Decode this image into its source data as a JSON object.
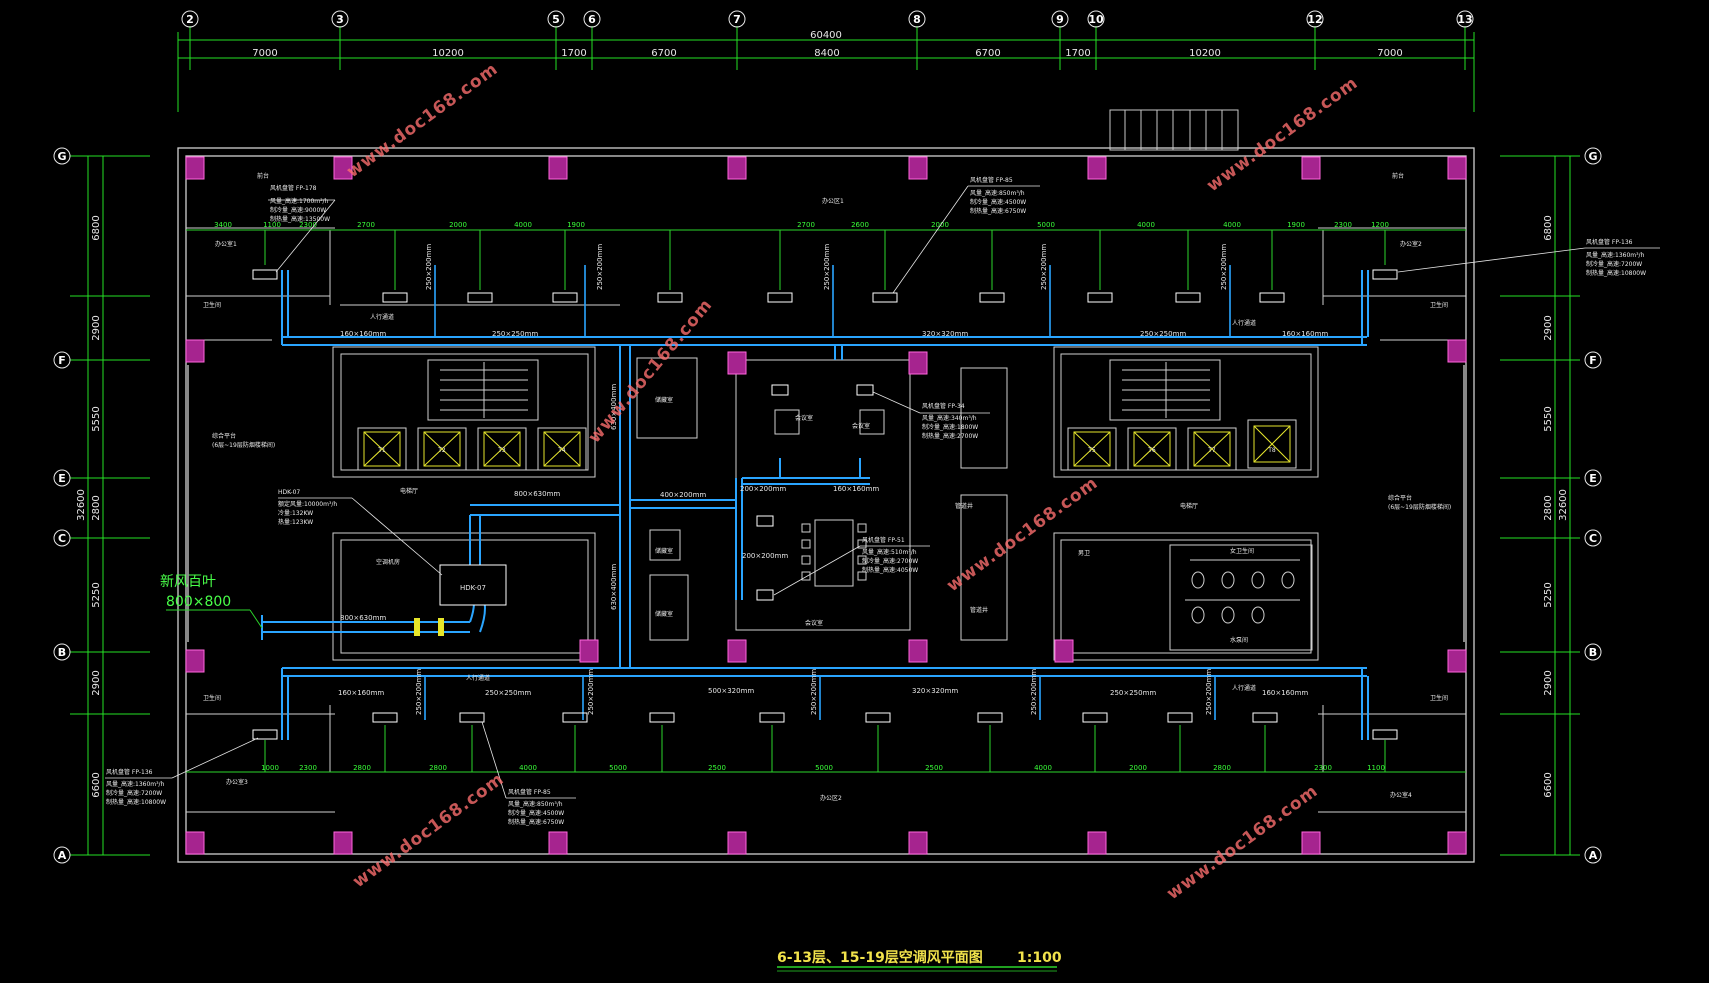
{
  "drawing": {
    "title": "6-13层、15-19层空调风平面图",
    "scale": "1:100",
    "overall_width": "60400",
    "overall_height": "32600",
    "fresh_air_label": "新风百叶",
    "fresh_air_size": "800×800",
    "watermark": "www.doc168.com"
  },
  "axes_top": [
    "2",
    "3",
    "5",
    "6",
    "7",
    "8",
    "9",
    "10",
    "12",
    "13"
  ],
  "dims_top": [
    "7000",
    "10200",
    "1700",
    "6700",
    "8400",
    "6700",
    "1700",
    "10200",
    "7000"
  ],
  "axes_side": [
    "G",
    "F",
    "E",
    "C",
    "B",
    "A"
  ],
  "dims_side": [
    "6800",
    "2900",
    "5550",
    "2800",
    "5250",
    "2900",
    "6600"
  ],
  "upper_span_dims": [
    "3400",
    "1100",
    "2300",
    "2700",
    "2000",
    "4000",
    "1900",
    "2700",
    "2600",
    "2000",
    "5000",
    "4000",
    "4000",
    "1900",
    "2300",
    "1200"
  ],
  "lower_span_dims": [
    "1000",
    "2300",
    "2800",
    "2800",
    "4000",
    "5000",
    "2500",
    "5000",
    "2500",
    "4000",
    "2000",
    "2800",
    "2300",
    "1100"
  ],
  "rooms": {
    "office1": "办公室1",
    "office2": "办公室2",
    "office3": "办公室3",
    "office4": "办公室4",
    "office_upper": "办公区1",
    "office_lower": "办公区2",
    "toilet": "卫生间",
    "reception": "前台",
    "passage": "人行通道",
    "platform_left": "综合平台",
    "platform_note": "(6层~19层防烟楼梯间)",
    "equipment": "空调机房",
    "storage": "储藏室",
    "meeting": "会议室",
    "shaft": "管道井",
    "electric": "电梯厅",
    "water": "水泵间",
    "men_wc": "男卫",
    "women_wc": "女卫生间"
  },
  "ducts": {
    "d1": "160×160mm",
    "d2": "250×250mm",
    "d3": "320×320mm",
    "d4": "250×250mm",
    "d5": "160×160mm",
    "d6": "500×320mm",
    "d7": "630×400mm",
    "d8": "800×630mm",
    "d9": "400×200mm",
    "d10": "200×200mm",
    "d11": "160×160mm",
    "d12": "250×200mm"
  },
  "elevators": [
    "T1",
    "T2",
    "T3",
    "T4",
    "T5",
    "T6",
    "T7",
    "T8"
  ],
  "units": {
    "fp178": {
      "name": "风机盘管 FP-178",
      "l1": "风量_高速:1700m³/h",
      "l2": "制冷量_高速:9000W",
      "l3": "制热量_高速:13500W"
    },
    "fp85a": {
      "name": "风机盘管 FP-85",
      "l1": "风量_高速:850m³/h",
      "l2": "制冷量_高速:4500W",
      "l3": "制热量_高速:6750W"
    },
    "fp136a": {
      "name": "风机盘管 FP-136",
      "l1": "风量_高速:1360m³/h",
      "l2": "制冷量_高速:7200W",
      "l3": "制热量_高速:10800W"
    },
    "fp34": {
      "name": "风机盘管 FP-34",
      "l1": "风量_高速:340m³/h",
      "l2": "制冷量_高速:1800W",
      "l3": "制热量_高速:2700W"
    },
    "hdk": {
      "name": "HDK-07",
      "l1": "额定风量:10000m³/h",
      "l2": "冷量:132KW",
      "l3": "热量:123KW",
      "tag": "HDK-07"
    },
    "fp51": {
      "name": "风机盘管 FP-51",
      "l1": "风量_高速:510m³/h",
      "l2": "制冷量_高速:2700W",
      "l3": "制热量_高速:4050W"
    },
    "fp136b": {
      "name": "风机盘管 FP-136",
      "l1": "风量_高速:1360m³/h",
      "l2": "制冷量_高速:7200W",
      "l3": "制热量_高速:10800W"
    },
    "fp85b": {
      "name": "风机盘管 FP-85",
      "l1": "风量_高速:850m³/h",
      "l2": "制冷量_高速:4500W",
      "l3": "制热量_高速:6750W"
    }
  }
}
